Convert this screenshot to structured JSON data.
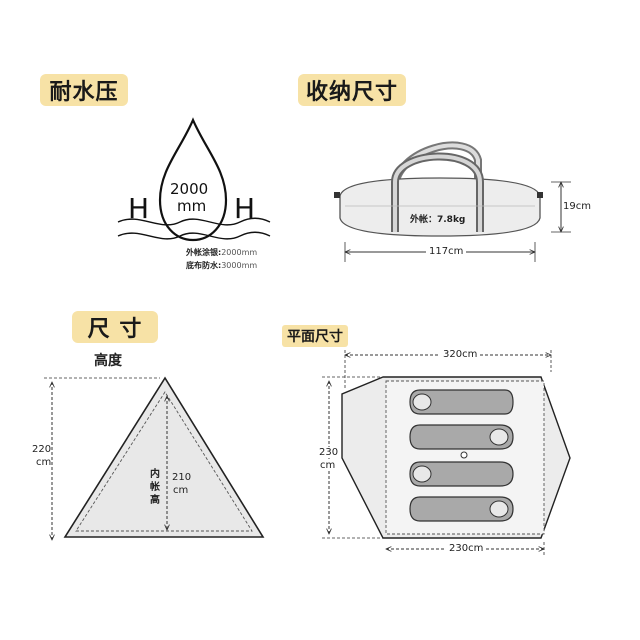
{
  "waterproof": {
    "title": "耐水压",
    "value": "2000",
    "unit": "mm",
    "h_left": "H",
    "h_right": "H",
    "line1_label": "外帐涂银:",
    "line1_value": "2000mm",
    "line2_label": "底布防水:",
    "line2_value": "3000mm"
  },
  "packed": {
    "title": "收纳尺寸",
    "weight": "外帐：7.8kg",
    "length": "117cm",
    "height": "19cm"
  },
  "size": {
    "title": "尺 寸",
    "subtitle": "高度",
    "outer_height_value": "220",
    "outer_height_unit": "cm",
    "inner_label": "内\n帐\n高",
    "inner_label_1": "内",
    "inner_label_2": "帐",
    "inner_label_3": "高",
    "inner_height_value": "210",
    "inner_height_unit": "cm"
  },
  "floor": {
    "title": "平面尺寸",
    "total_length": "320cm",
    "width_value": "230",
    "width_unit": "cm",
    "inner_length": "230cm",
    "sleeping_bags": 4
  }
}
